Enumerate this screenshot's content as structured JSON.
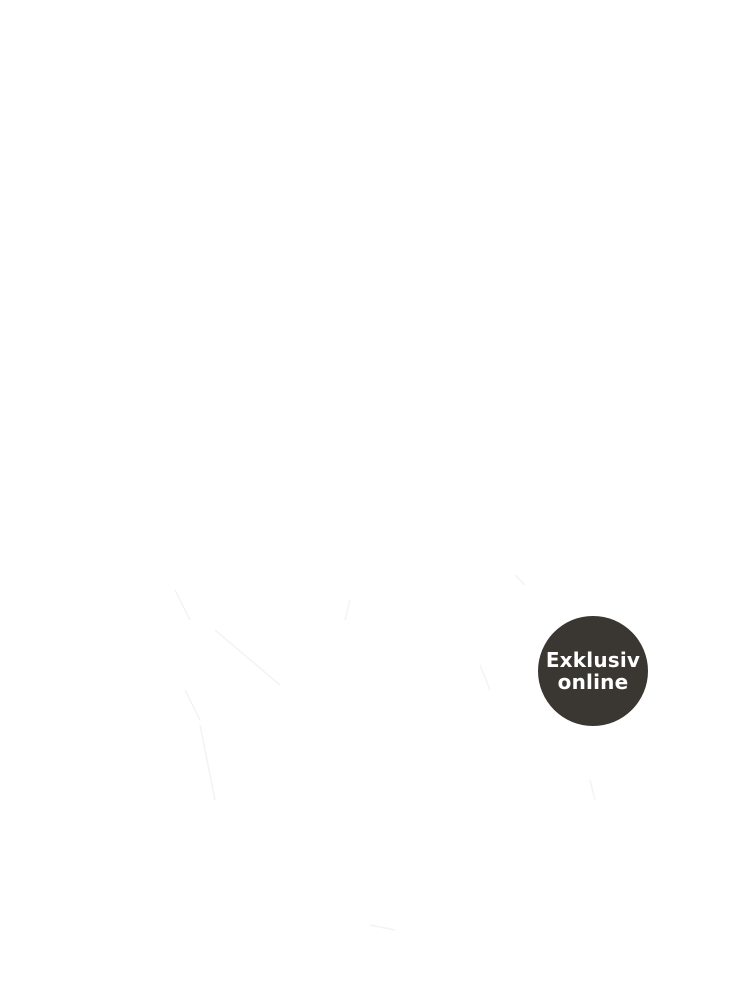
{
  "product": {
    "image_alt": "product-image",
    "badge": {
      "line1": "Exklusiv",
      "line2": "online",
      "background_color": "#3a3733",
      "text_color": "#ffffff"
    }
  }
}
